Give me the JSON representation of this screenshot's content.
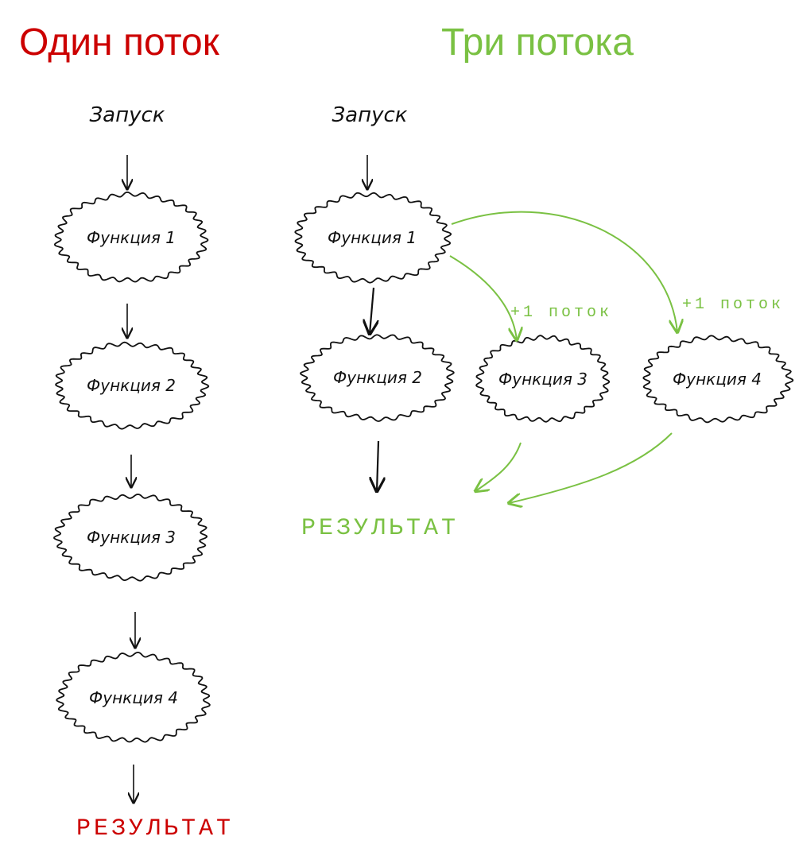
{
  "colors": {
    "single": "#cc0000",
    "multi": "#7ac143",
    "ink": "#111111"
  },
  "single_thread": {
    "title": "Один поток",
    "start": "Запуск",
    "functions": [
      "Функция 1",
      "Функция 2",
      "Функция 3",
      "Функция 4"
    ],
    "result": "РЕЗУЛЬТАТ"
  },
  "three_threads": {
    "title": "Три потока",
    "start": "Запуск",
    "functions": [
      "Функция 1",
      "Функция 2",
      "Функция 3",
      "Функция 4"
    ],
    "thread_labels": [
      "+1 поток",
      "+1 поток"
    ],
    "result": "РЕЗУЛЬТАТ"
  }
}
